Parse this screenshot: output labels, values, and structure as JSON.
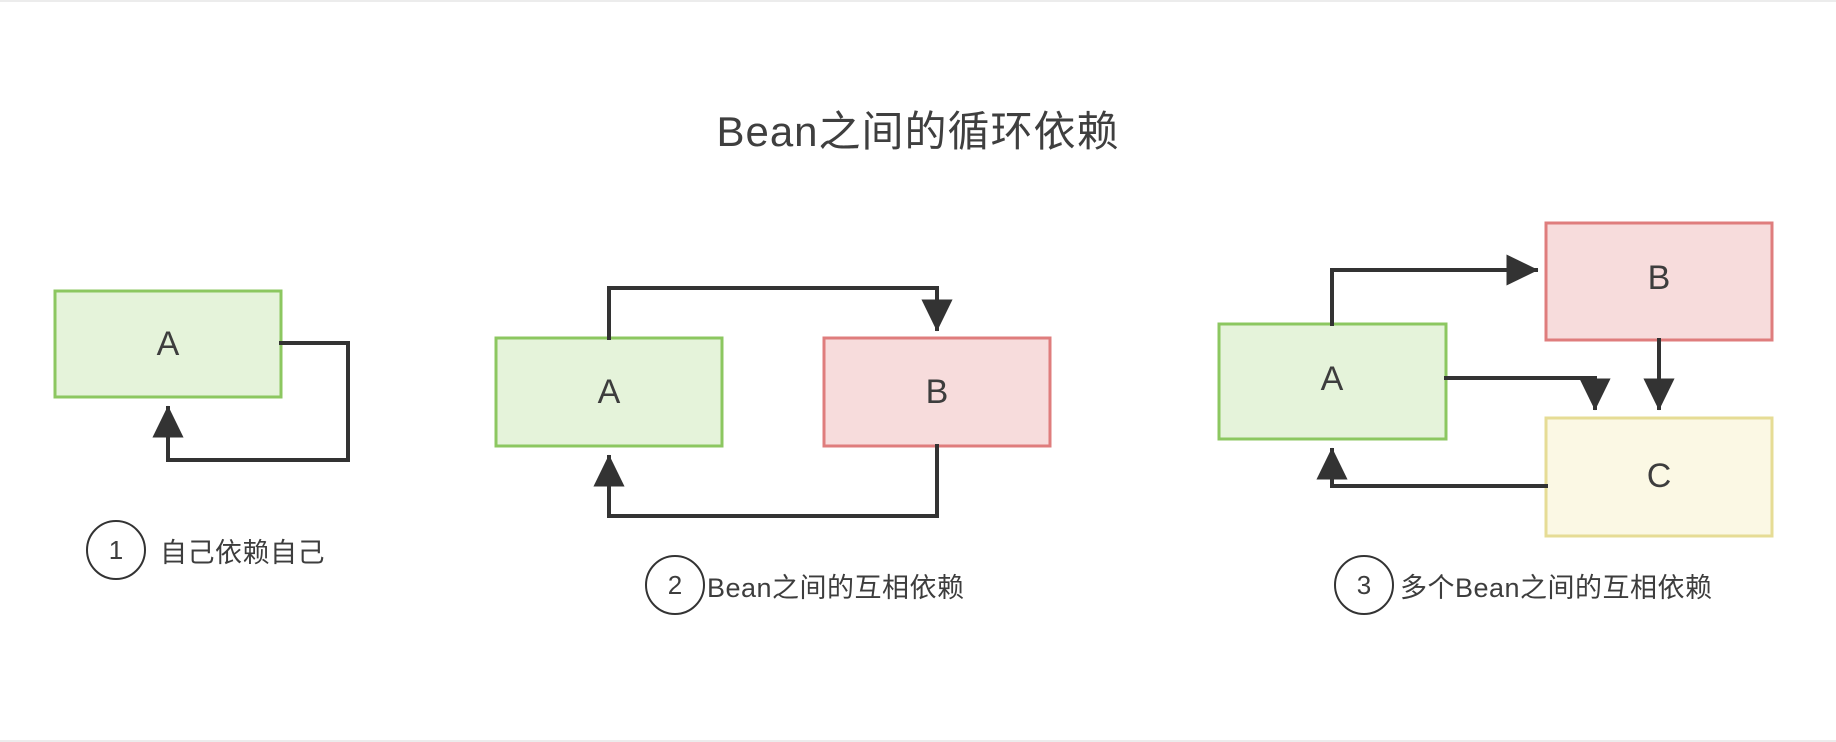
{
  "page": {
    "title": "Bean之间的循环依赖",
    "background": "#ffffff"
  },
  "palette": {
    "green_fill": "#e5f3da",
    "green_stroke": "#8cc760",
    "red_fill": "#f7dcdc",
    "red_stroke": "#df7d7d",
    "yellow_fill": "#fbf8e4",
    "yellow_stroke": "#e6dc95",
    "arrow": "#333333",
    "text": "#3d3d3d"
  },
  "diagrams": [
    {
      "id": "self-dependency",
      "caption_number": "1",
      "caption_text": "自己依赖自己",
      "nodes": [
        {
          "id": "A",
          "label": "A",
          "color": "green"
        }
      ],
      "edges": [
        {
          "from": "A",
          "to": "A",
          "kind": "self-loop"
        }
      ]
    },
    {
      "id": "mutual-dependency",
      "caption_number": "2",
      "caption_text": "Bean之间的互相依赖",
      "nodes": [
        {
          "id": "A",
          "label": "A",
          "color": "green"
        },
        {
          "id": "B",
          "label": "B",
          "color": "red"
        }
      ],
      "edges": [
        {
          "from": "A",
          "to": "B",
          "kind": "over-top"
        },
        {
          "from": "B",
          "to": "A",
          "kind": "under-bottom"
        }
      ]
    },
    {
      "id": "multi-bean-dependency",
      "caption_number": "3",
      "caption_text": "多个Bean之间的互相依赖",
      "nodes": [
        {
          "id": "A",
          "label": "A",
          "color": "green"
        },
        {
          "id": "B",
          "label": "B",
          "color": "red"
        },
        {
          "id": "C",
          "label": "C",
          "color": "yellow"
        }
      ],
      "edges": [
        {
          "from": "A",
          "to": "B",
          "kind": "up-right"
        },
        {
          "from": "B",
          "to": "C",
          "kind": "down"
        },
        {
          "from": "A",
          "to": "C",
          "kind": "right-down"
        },
        {
          "from": "C",
          "to": "A",
          "kind": "left-up"
        }
      ]
    }
  ]
}
